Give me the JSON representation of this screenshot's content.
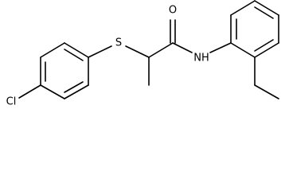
{
  "molecule": {
    "atoms": {
      "cl": "Cl",
      "s": "S",
      "o": "O",
      "nh": "NH"
    }
  }
}
